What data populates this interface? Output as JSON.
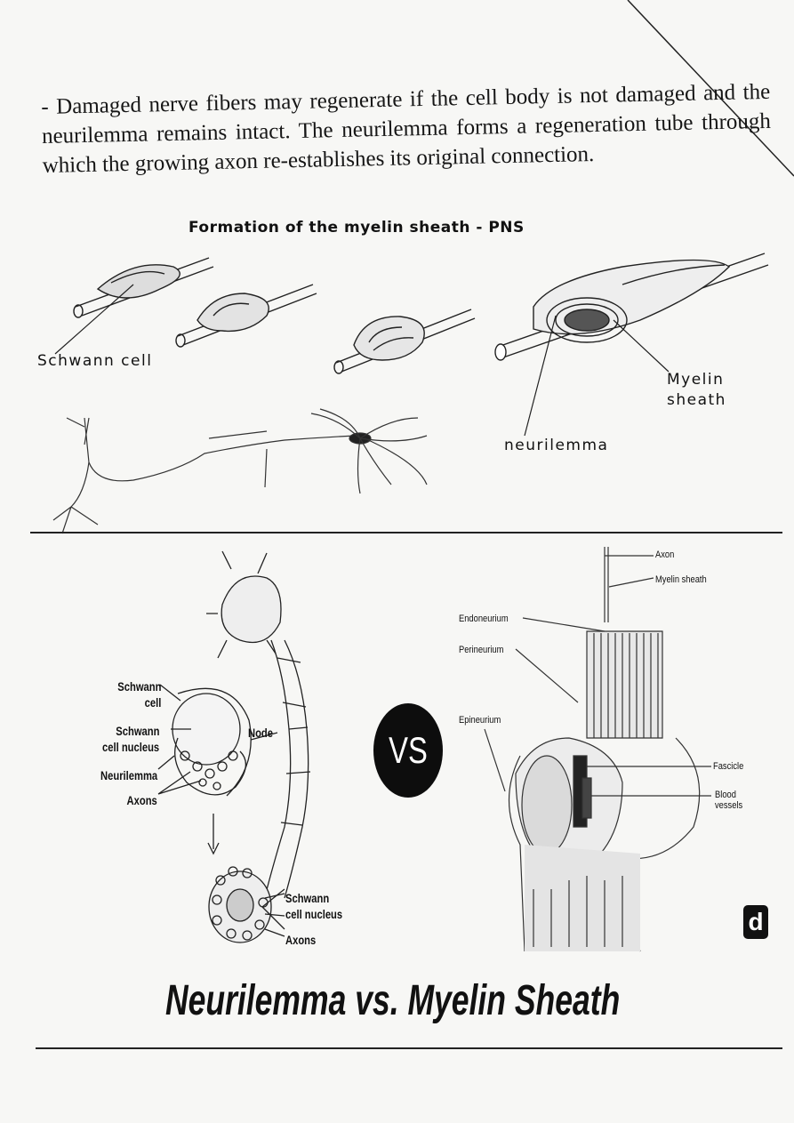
{
  "paragraph": "- Damaged nerve fibers may regenerate if the cell body is not damaged and the neurilemma remains intact. The neurilemma forms a regeneration tube through which the growing axon re-establishes its original connection.",
  "section_title": "Formation of the myelin sheath - PNS",
  "top_diagram": {
    "schwann_cell": "Schwann cell",
    "myelin_sheath_line1": "Myelin",
    "myelin_sheath_line2": "sheath",
    "neurilemma": "neurilemma"
  },
  "left_diagram": {
    "schwann_cell_line1": "Schwann",
    "schwann_cell_line2": "cell",
    "schwann_nucleus_line1": "Schwann",
    "schwann_nucleus_line2": "cell nucleus",
    "neurilemma": "Neurilemma",
    "axons": "Axons",
    "node": "Node",
    "bottom_schwann_line1": "Schwann",
    "bottom_schwann_line2": "cell nucleus",
    "bottom_axons": "Axons"
  },
  "vs_badge": "VS",
  "right_diagram": {
    "axon": "Axon",
    "myelin_sheath": "Myelin sheath",
    "endoneurium": "Endoneurium",
    "perineurium": "Perineurium",
    "epineurium": "Epineurium",
    "fascicle": "Fascicle",
    "blood_vessels_line1": "Blood",
    "blood_vessels_line2": "vessels"
  },
  "bottom_title": "Neurilemma vs. Myelin Sheath",
  "logo_letter": "d"
}
